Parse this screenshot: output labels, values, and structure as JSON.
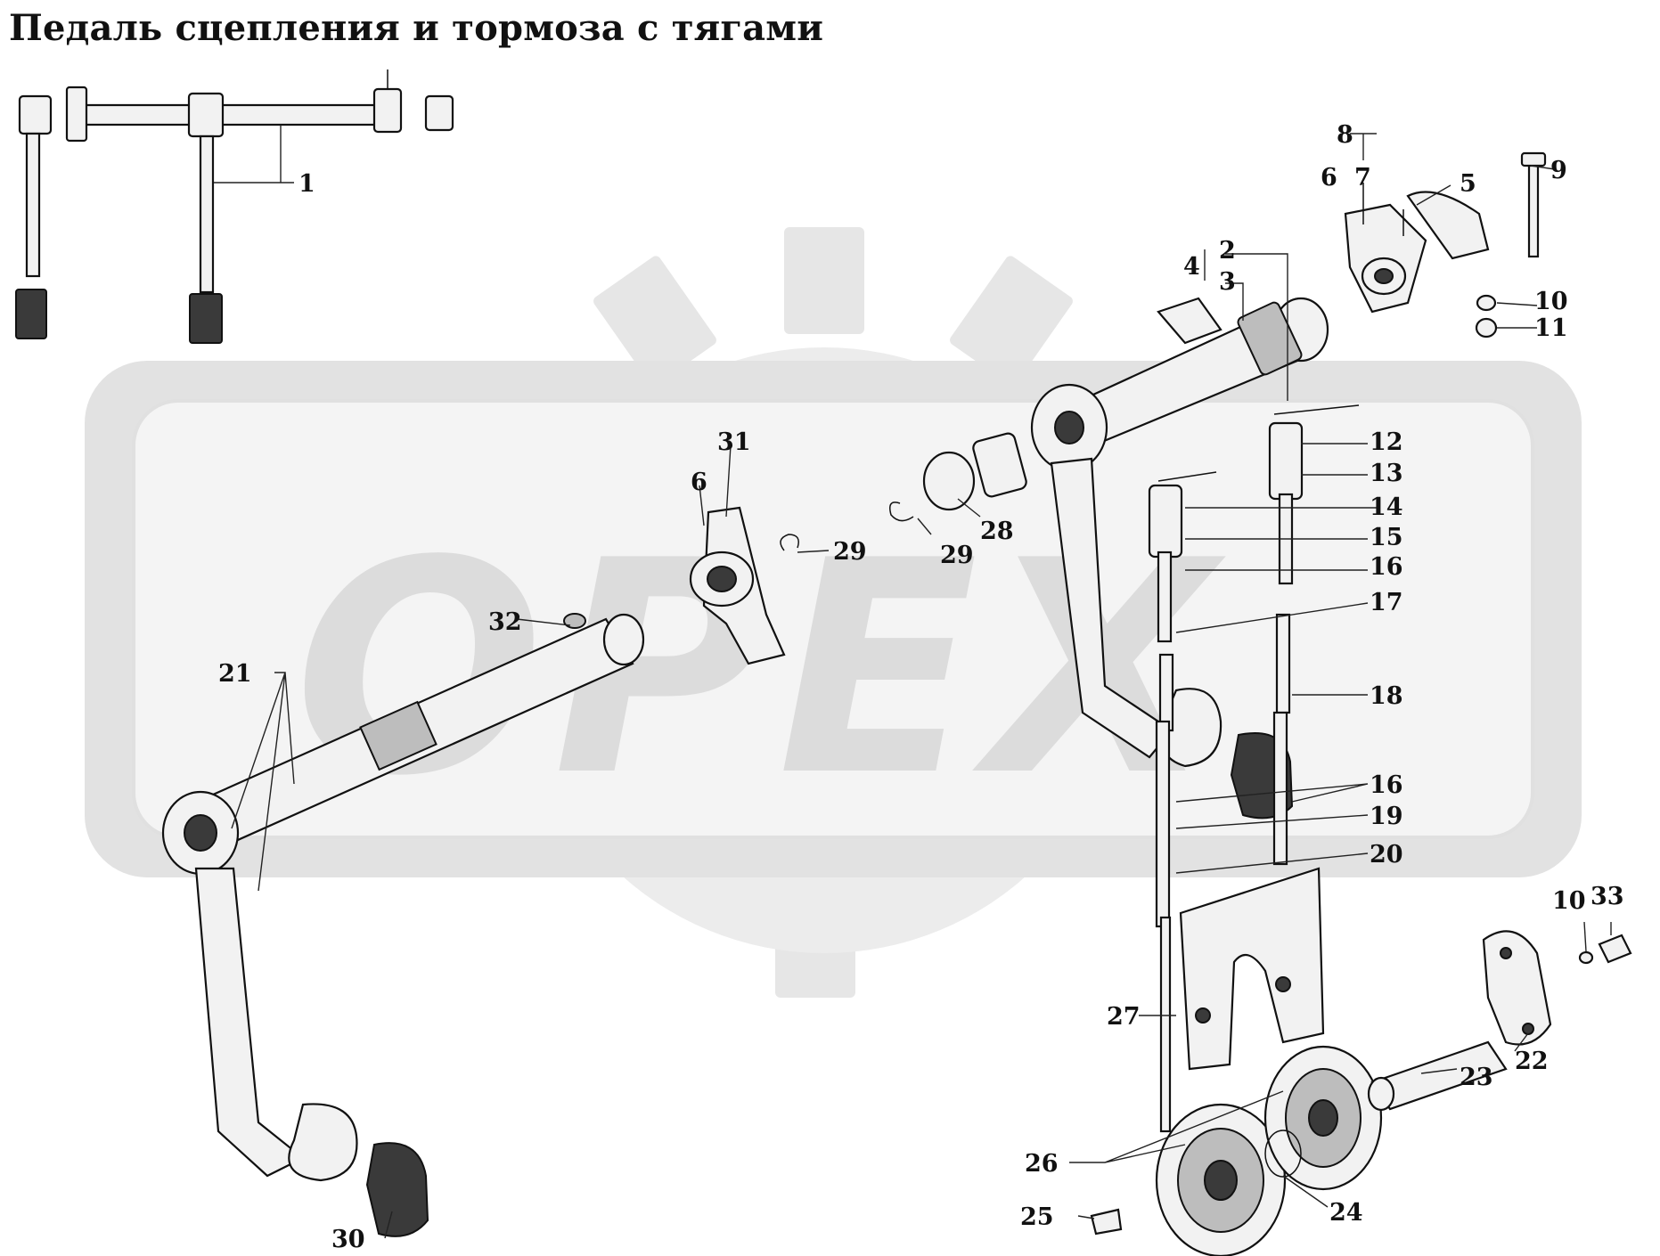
{
  "title": "Педаль сцепления и тормоза с тягами",
  "watermark": {
    "text": "OPEX",
    "color": "#e4e4e4"
  },
  "labels": {
    "l1": "1",
    "l2": "2",
    "l3": "3",
    "l4": "4",
    "l5": "5",
    "l6a": "6",
    "l6b": "6",
    "l7": "7",
    "l8": "8",
    "l9": "9",
    "l10a": "10",
    "l10b": "10",
    "l11": "11",
    "l12": "12",
    "l13": "13",
    "l14": "14",
    "l15": "15",
    "l16a": "16",
    "l16b": "16",
    "l17": "17",
    "l18": "18",
    "l19": "19",
    "l20": "20",
    "l21": "21",
    "l22": "22",
    "l23": "23",
    "l24": "24",
    "l25": "25",
    "l26": "26",
    "l27": "27",
    "l28": "28",
    "l29a": "29",
    "l29b": "29",
    "l30": "30",
    "l31": "31",
    "l32": "32",
    "l33": "33"
  }
}
